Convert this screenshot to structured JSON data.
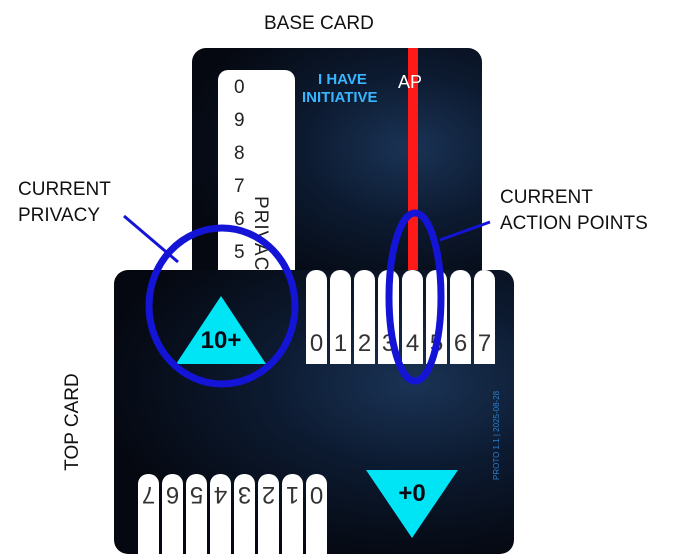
{
  "labels": {
    "base_card": "BASE CARD",
    "current_privacy_line1": "CURRENT",
    "current_privacy_line2": "PRIVACY",
    "current_ap_line1": "CURRENT",
    "current_ap_line2": "ACTION POINTS",
    "top_card": "TOP CARD"
  },
  "base_card": {
    "privacy_numbers": [
      "0",
      "9",
      "8",
      "7",
      "6",
      "5"
    ],
    "privacy_label": "PRIVACY",
    "initiative_line1": "I HAVE",
    "initiative_line2": "INITIATIVE",
    "ap_label": "AP",
    "ap_line_color": "#ff1a1a"
  },
  "top_card": {
    "ap_tabs": [
      "0",
      "1",
      "2",
      "3",
      "4",
      "5",
      "6",
      "7"
    ],
    "privacy_tabs": [
      "7",
      "6",
      "5",
      "4",
      "3",
      "2",
      "1",
      "0"
    ],
    "triangle_up_label": "10+",
    "triangle_down_label": "+0",
    "triangle_color": "#00e5f5",
    "version_text": "PROTO 1.1 | 2025-08-28"
  },
  "highlight_color": "#1414d6"
}
